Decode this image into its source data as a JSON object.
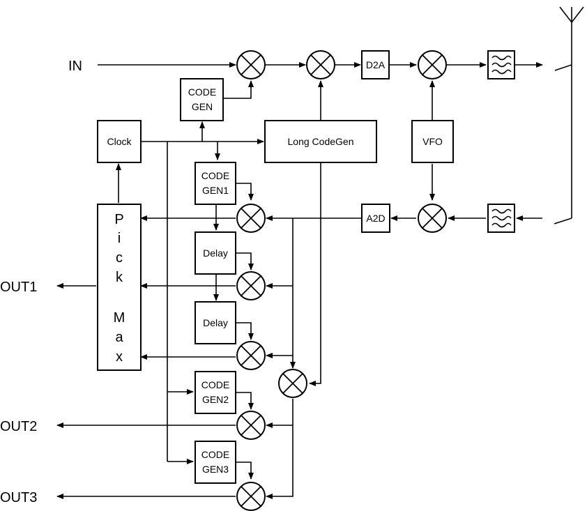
{
  "ports": {
    "in": "IN",
    "out1": "OUT1",
    "out2": "OUT2",
    "out3": "OUT3"
  },
  "blocks": {
    "code_gen_top": [
      "CODE",
      "GEN"
    ],
    "clock": "Clock",
    "long_code_gen": "Long CodeGen",
    "d2a": "D2A",
    "a2d": "A2D",
    "vfo": "VFO",
    "code_gen1": [
      "CODE",
      "GEN1"
    ],
    "delay1": "Delay",
    "delay2": "Delay",
    "code_gen2": [
      "CODE",
      "GEN2"
    ],
    "code_gen3": [
      "CODE",
      "GEN3"
    ],
    "pick_max_letters": [
      "P",
      "i",
      "c",
      "k",
      "M",
      "a",
      "x"
    ]
  },
  "icons": {
    "mixer": "circled-x-mixer-icon",
    "filter": "bandpass-filter-icon",
    "antenna": "antenna-icon",
    "switch": "switch-icon"
  }
}
